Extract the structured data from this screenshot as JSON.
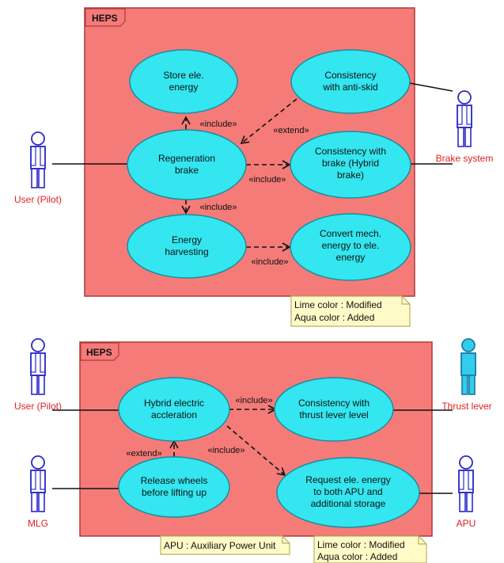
{
  "colors": {
    "system_fill": "#f47b78",
    "system_stroke": "#b03a3a",
    "usecase_fill": "#33e6ef",
    "usecase_stroke": "#1a8ca0",
    "actor_default": "#2a2ac8",
    "actor_modified_fill": "#33ccee",
    "actor_label": "#e02020",
    "note_fill": "#fffbc8",
    "note_stroke": "#b8b060"
  },
  "diagram1": {
    "system_label": "HEPS",
    "actors": {
      "user": "User (Pilot)",
      "brake": "Brake system"
    },
    "usecases": {
      "store": [
        "Store ele.",
        "energy"
      ],
      "antiskid": [
        "Consistency",
        "with anti-skid"
      ],
      "regen": [
        "Regeneration",
        "brake"
      ],
      "hybrid_brake": [
        "Consistency with",
        "brake (Hybrid",
        "brake)"
      ],
      "harvest": [
        "Energy",
        "harvesting"
      ],
      "convert": [
        "Convert mech.",
        "energy to ele.",
        "energy"
      ]
    },
    "relations": {
      "include_store": "«include»",
      "extend_antiskid": "«extend»",
      "include_hybrid": "«include»",
      "include_harvest": "«include»",
      "include_convert": "«include»"
    },
    "note": [
      "Lime color : Modified",
      "Aqua color : Added"
    ]
  },
  "diagram2": {
    "system_label": "HEPS",
    "actors": {
      "user": "User (Pilot)",
      "thrust": "Thrust lever",
      "mlg": "MLG",
      "apu": "APU"
    },
    "usecases": {
      "accel": [
        "Hybrid electric",
        "accleration"
      ],
      "thrust_level": [
        "Consistency with",
        "thrust lever level"
      ],
      "release": [
        "Release wheels",
        "before lifting up"
      ],
      "request": [
        "Request ele. energy",
        "to both APU and",
        "additional storage"
      ]
    },
    "relations": {
      "include_thrust": "«include»",
      "extend_release": "«extend»",
      "include_request": "«include»"
    },
    "note_apu": "APU : Auxiliary Power Unit",
    "note": [
      "Lime color : Modified",
      "Aqua color : Added"
    ]
  }
}
